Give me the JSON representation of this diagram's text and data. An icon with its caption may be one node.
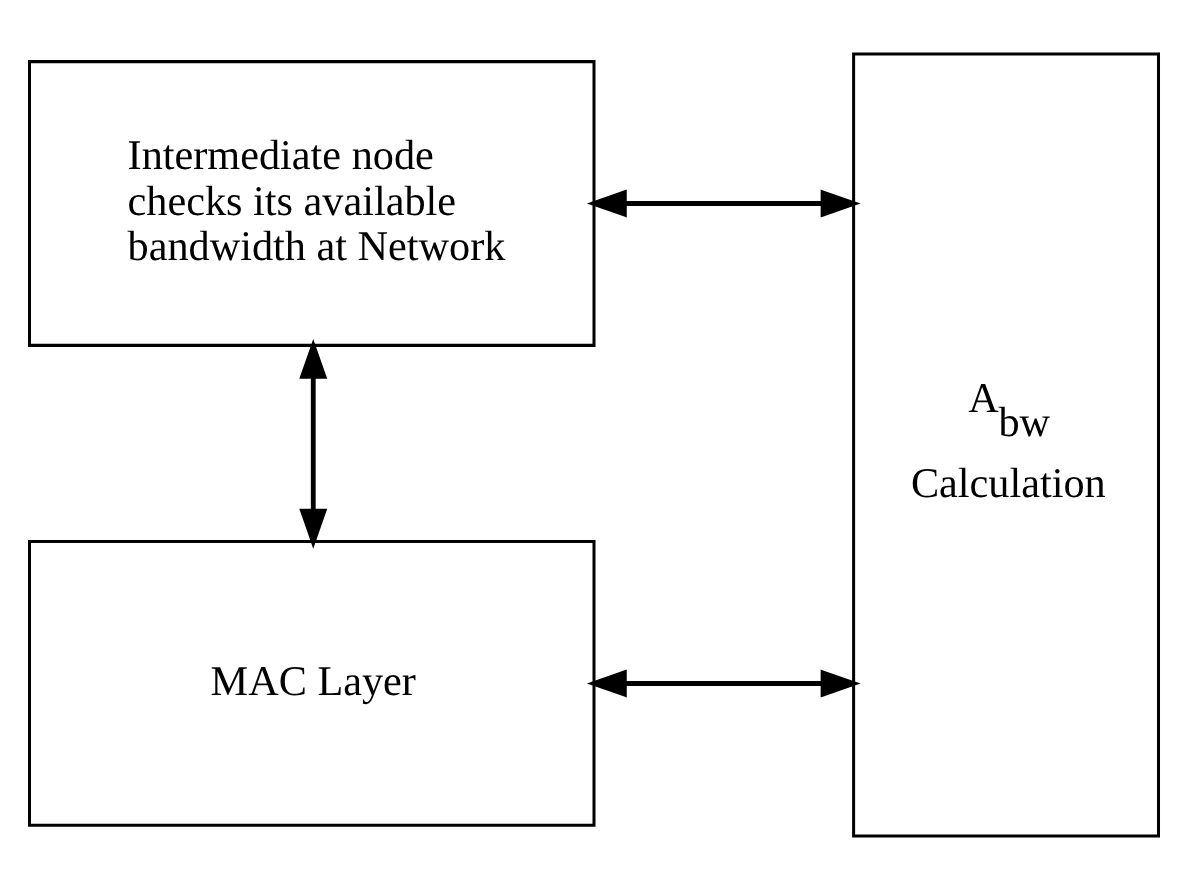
{
  "diagram": {
    "nodes": [
      {
        "text": [
          "Intermediate node checks its available bandwidth at Network"
        ]
      },
      {
        "text": [
          "A$_{bw}$",
          "Calculation"
        ]
      },
      {
        "text": [
          "MAC Layer"
        ]
      }
    ],
    "edges": [
      {
        "from": 0,
        "to": 1,
        "arrow": "both"
      },
      {
        "from": 0,
        "to": 2,
        "arrow": "both"
      },
      {
        "from": 2,
        "to": 1,
        "arrow": "both"
      }
    ]
  }
}
